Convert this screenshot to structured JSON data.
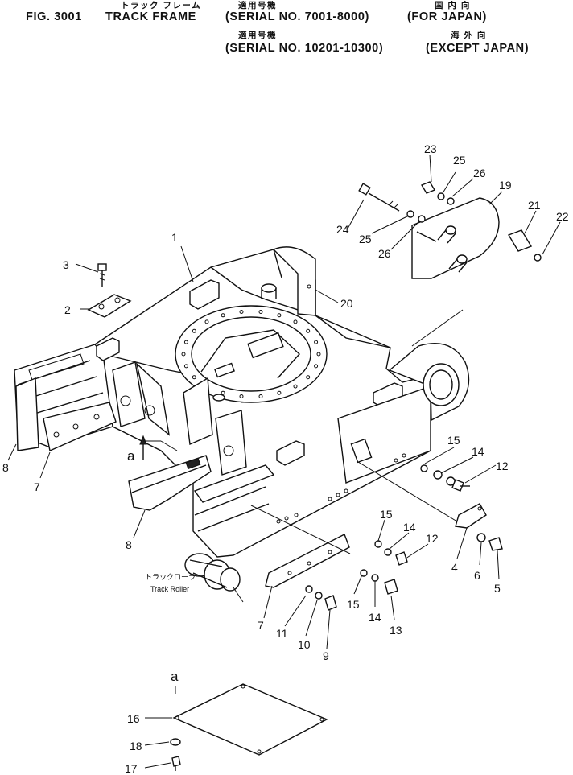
{
  "header": {
    "line1": {
      "fig": "FIG. 3001",
      "title": "TRACK FRAME",
      "serial": "(SERIAL NO. 7001-8000)",
      "region": "(FOR JAPAN)",
      "kana_title": "トラック フレーム",
      "kana_serial": "適用号機",
      "kana_region": "国 内 向"
    },
    "line2": {
      "serial": "(SERIAL NO. 10201-10300)",
      "region": "(EXCEPT JAPAN)",
      "kana_serial": "適用号機",
      "kana_region": "海 外 向"
    }
  },
  "callouts": {
    "p1": "1",
    "p2": "2",
    "p3": "3",
    "p4": "4",
    "p5": "5",
    "p6": "6",
    "p7a": "7",
    "p7b": "7",
    "p8a": "8",
    "p8b": "8",
    "p9": "9",
    "p10": "10",
    "p11": "11",
    "p12a": "12",
    "p12b": "12",
    "p13": "13",
    "p14a": "14",
    "p14b": "14",
    "p14c": "14",
    "p15a": "15",
    "p15b": "15",
    "p15c": "15",
    "p16": "16",
    "p17": "17",
    "p18": "18",
    "p19": "19",
    "p20": "20",
    "p21": "21",
    "p22": "22",
    "p23": "23",
    "p24": "24",
    "p25a": "25",
    "p25b": "25",
    "p26a": "26",
    "p26b": "26"
  },
  "refs": {
    "a_top": "a",
    "a_bottom": "a"
  },
  "track_roller": {
    "label_jp": "トラックローラ",
    "label_en": "Track Roller"
  }
}
